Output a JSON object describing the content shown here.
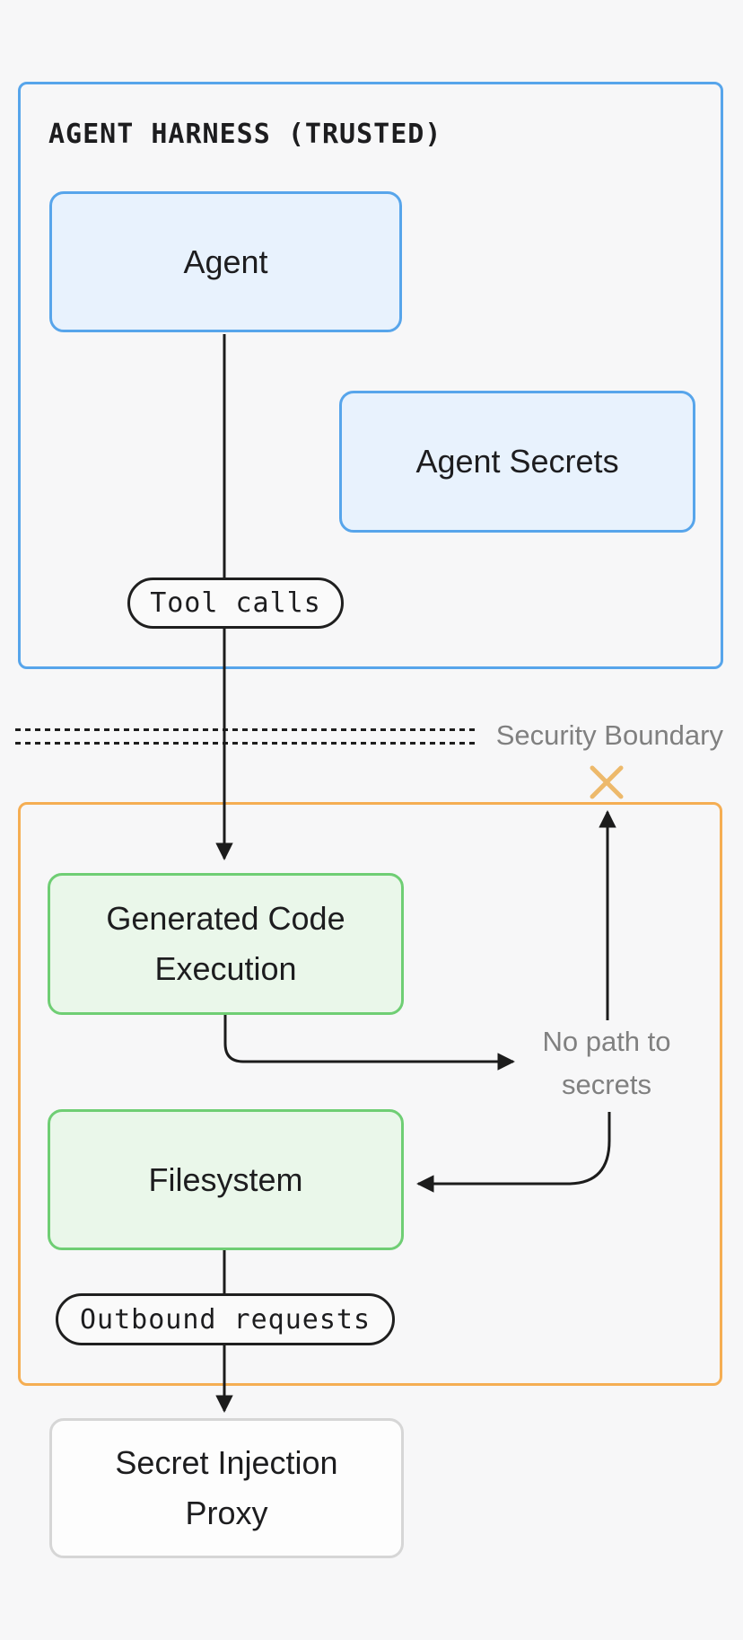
{
  "colors": {
    "background": "#f7f7f8",
    "trusted_border": "#57a5eb",
    "trusted_node_fill": "#e8f2fd",
    "sandbox_border": "#f5ae53",
    "sandbox_node_fill": "#eaf7ea",
    "sandbox_node_border": "#6fce74",
    "proxy_node_border": "#d6d6d6",
    "arrow_stroke": "#1c1c1c",
    "blocked_x": "#edb96b",
    "gray_text": "#808080"
  },
  "trusted_zone": {
    "title": "AGENT HARNESS (TRUSTED)",
    "agent_label": "Agent",
    "agent_secrets_label": "Agent Secrets",
    "tool_calls_pill": "Tool calls"
  },
  "boundary": {
    "label": "Security Boundary"
  },
  "sandbox_zone": {
    "generated_code_label": "Generated Code Execution",
    "filesystem_label": "Filesystem",
    "outbound_pill": "Outbound requests",
    "no_path_label": "No path to secrets"
  },
  "proxy": {
    "label": "Secret Injection Proxy"
  }
}
